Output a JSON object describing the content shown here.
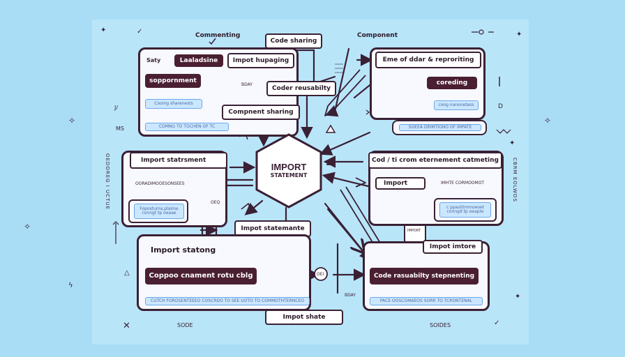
{
  "top_labels": {
    "left": "Commenting",
    "right": "Component"
  },
  "center": {
    "title": "IMPORT",
    "subtitle": "STATEMENT"
  },
  "floating": {
    "code_sharing": "Code sharing",
    "code_reusability": "Coder reusabilty",
    "component_sharing": "Compnent sharing",
    "import_statements": "Impot statemante",
    "import_share": "Impot shate",
    "day_left": "BDAY",
    "day_right": "BDAY",
    "oe_left": "OEQ",
    "oe_right": "OEI",
    "import_tall": "IMPORT"
  },
  "panel_tl": {
    "row1": [
      "Saty",
      "Laaladsine",
      "Impot hupaging"
    ],
    "row2": "soppornment",
    "row3": "Cooing sharenests",
    "footer": "COMNG TO TOCHEN OF TC"
  },
  "panel_tr": {
    "row1": "Eme of ddar & reproriting",
    "row2": "coreding",
    "row3": "coog nanonetess",
    "footer": "SOEEA DRIMTIONO OF IMPATE"
  },
  "panel_ml": {
    "title": "Import statrsment",
    "line": "OORADIMOOESONSEES",
    "box": "Fopostuma,plaime conngt tp oeaae"
  },
  "panel_mr": {
    "title": "Cod / ti crom eternement catmeting",
    "row2": "Import",
    "row2_right": "IMHTE CORMOOMOT",
    "box": "c ppasitimmoeoet conngd tp oeapte"
  },
  "panel_bl": {
    "title": "Import statong",
    "button": "Coppoo cnament rotu cblg",
    "footer": "CUTCH FOROSENTEEEO COSCRDO TO SEE UOTO TO COMMOTHTERNCEO"
  },
  "panel_br": {
    "title": "Impot imtore",
    "button": "Code rasuabilty stepnenting",
    "footer": "PACE OOSCOMAEOS SORR TO TCRONTENAL"
  },
  "bottom_labels": {
    "left": "SODE",
    "right": "SOIDES"
  },
  "side_text": {
    "left": "OEDOREG I UCTUE",
    "right": "CBRM EOLWOS"
  },
  "colors": {
    "background": "#a9dcf5",
    "board": "#b9e5f9",
    "ink": "#3a2034",
    "dark_chip": "#4a1f31",
    "blue_chip": "#cbe7ff"
  }
}
